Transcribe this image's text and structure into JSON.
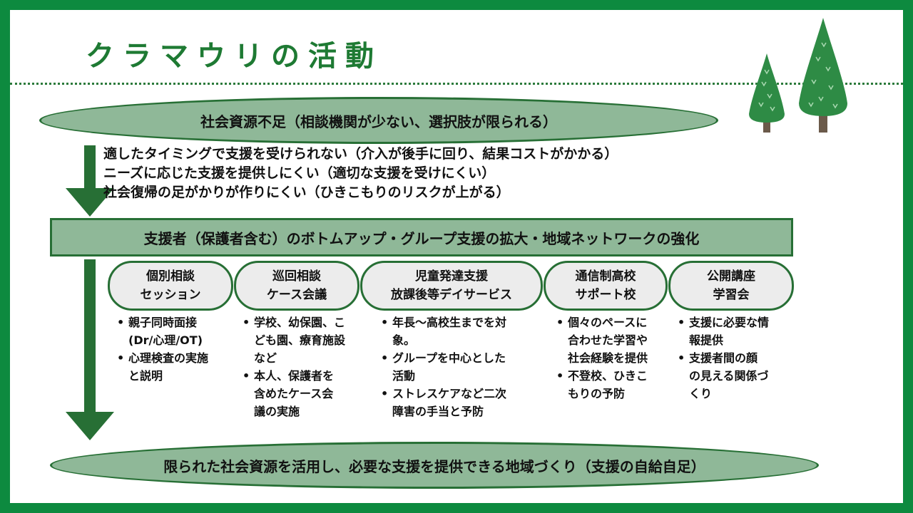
{
  "title": "クラマウリの活動",
  "top_banner": "社会資源不足（相談機関が少ない、選択肢が限られる）",
  "issues": [
    "適したタイミングで支援を受けられない（介入が後手に回り、結果コストがかかる）",
    "ニーズに応じた支援を提供しにくい（適切な支援を受けにくい）",
    "社会復帰の足がかりが作りにくい（ひきこもりのリスクが上がる）"
  ],
  "middle_bar": "支援者（保護者含む）のボトムアップ・グループ支援の拡大・地域ネットワークの強化",
  "activities": [
    {
      "label_lines": [
        "個別相談",
        "セッション"
      ],
      "bullets": [
        [
          "親子同時面接",
          "(Dr/心理/OT)"
        ],
        [
          "心理検査の実施",
          "と説明"
        ]
      ]
    },
    {
      "label_lines": [
        "巡回相談",
        "ケース会議"
      ],
      "bullets": [
        [
          "学校、幼保園、こ",
          "ども園、療育施設",
          "など"
        ],
        [
          "本人、保護者を",
          "含めたケース会",
          "議の実施"
        ]
      ]
    },
    {
      "label_lines": [
        "児童発達支援",
        "放課後等デイサービス"
      ],
      "bullets": [
        [
          "年長～高校生までを対",
          "象。"
        ],
        [
          "グループを中心とした",
          "活動"
        ],
        [
          "ストレスケアなど二次",
          "障害の手当と予防"
        ]
      ]
    },
    {
      "label_lines": [
        "通信制高校",
        "サポート校"
      ],
      "bullets": [
        [
          "個々のペースに",
          "合わせた学習や",
          "社会経験を提供"
        ],
        [
          "不登校、ひきこ",
          "もりの予防"
        ]
      ]
    },
    {
      "label_lines": [
        "公開講座",
        "学習会"
      ],
      "bullets": [
        [
          "支援に必要な情",
          "報提供"
        ],
        [
          "支援者間の顔",
          "の見える関係づ",
          "くり"
        ]
      ]
    }
  ],
  "bottom_banner": "限られた社会資源を活用し、必要な支援を提供できる地域づくり（支援の自給自足）",
  "colors": {
    "frame": "#0d8a3f",
    "accent_green": "#276f35",
    "banner_fill": "#8fb898",
    "pill_fill": "#ececec",
    "tree": "#2e8b45",
    "trunk": "#6b5a4a"
  },
  "icons": [
    "tree-icon",
    "tree-icon",
    "arrow-down-icon",
    "arrow-down-icon"
  ]
}
